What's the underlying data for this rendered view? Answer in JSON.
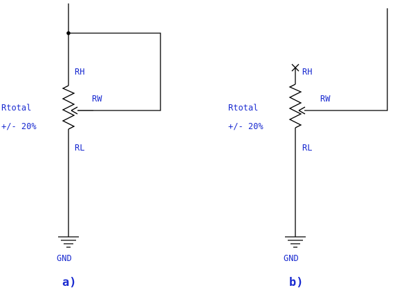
{
  "circuit_a": {
    "rh": "RH",
    "rw": "RW",
    "rl": "RL",
    "rtotal": "Rtotal",
    "tolerance": "+/- 20%",
    "gnd": "GND",
    "caption": "a)"
  },
  "circuit_b": {
    "rh": "RH",
    "rw": "RW",
    "rl": "RL",
    "rtotal": "Rtotal",
    "tolerance": "+/- 20%",
    "gnd": "GND",
    "caption": "b)"
  },
  "colors": {
    "wire": "#000000",
    "label": "#1a2bd0"
  }
}
